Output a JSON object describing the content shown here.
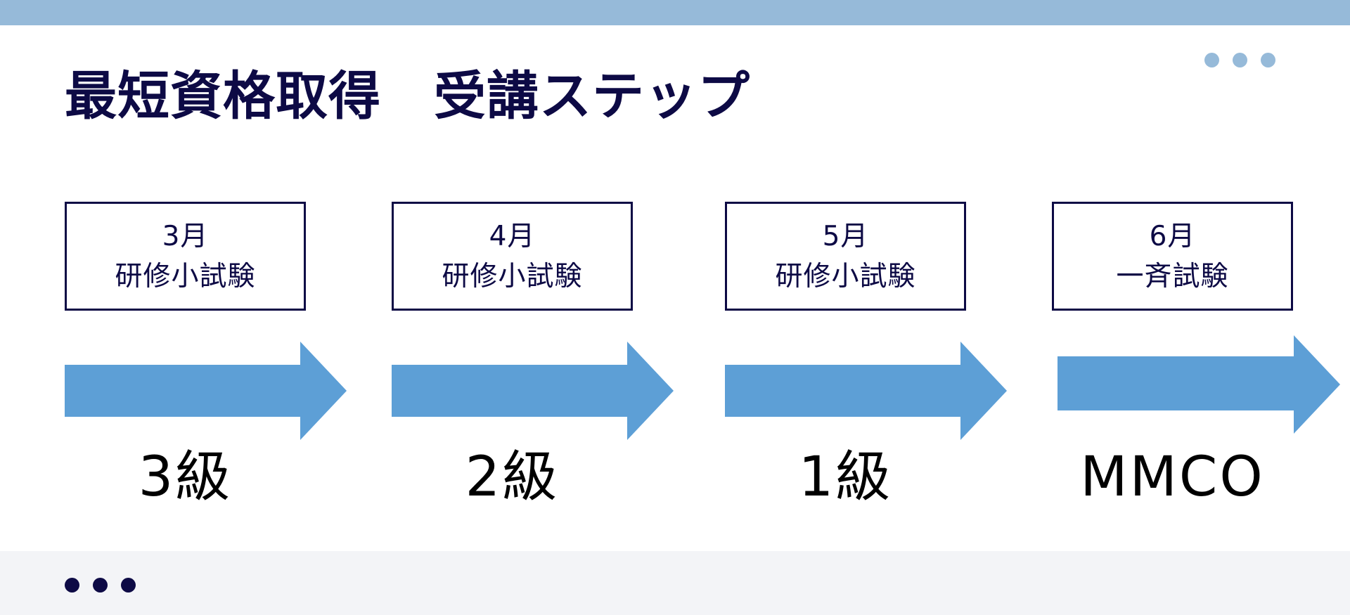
{
  "colors": {
    "navy": "#0d0a45",
    "accent_blue": "#5d9fd6",
    "top_bar": "#96bad9",
    "light_dots": "#96bad9",
    "bottom_band": "#f3f4f7",
    "label_text": "#000000"
  },
  "header": {
    "title": "最短資格取得　受講ステップ"
  },
  "steps": [
    {
      "month": "3月",
      "event": "研修小試験",
      "level": "3級"
    },
    {
      "month": "4月",
      "event": "研修小試験",
      "level": "2級"
    },
    {
      "month": "5月",
      "event": "研修小試験",
      "level": "1級"
    },
    {
      "month": "6月",
      "event": "一斉試験",
      "level": "MMCO"
    }
  ]
}
